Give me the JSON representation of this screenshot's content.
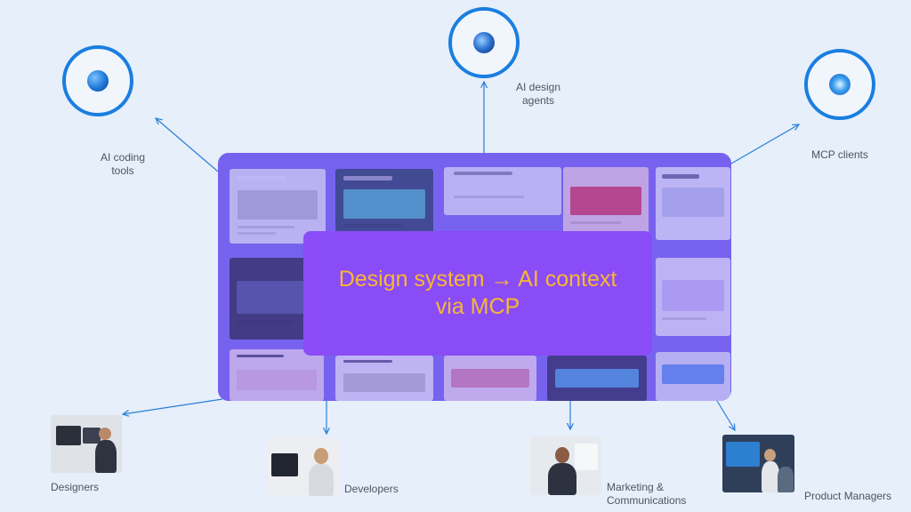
{
  "center": {
    "text": "Design system → AI context\nvia MCP"
  },
  "targets": [
    {
      "id": "coding",
      "label": "AI coding\ntools",
      "icon": "blue-sphere-icon",
      "orb": "#1e78d6"
    },
    {
      "id": "agents",
      "label": "AI design\nagents",
      "icon": "blue-globe-icon",
      "orb": "#2a6fd0"
    },
    {
      "id": "mcp",
      "label": "MCP clients",
      "icon": "glowing-orb-icon",
      "orb": "#3aa0f0"
    }
  ],
  "audiences": [
    {
      "id": "designers",
      "label": "Designers",
      "image": "designer-at-monitors-photo"
    },
    {
      "id": "developers",
      "label": "Developers",
      "image": "developer-at-desk-photo"
    },
    {
      "id": "marketing",
      "label": "Marketing &\nCommunications",
      "image": "marketing-professional-photo"
    },
    {
      "id": "product",
      "label": "Product Managers",
      "image": "product-team-meeting-photo"
    }
  ],
  "colors": {
    "background": "#e6effa",
    "panel": "#7b68ee",
    "center_box": "#8a4cf6",
    "center_text": "#f7b832",
    "accent": "#1a7ee0",
    "label": "#4d5561"
  }
}
